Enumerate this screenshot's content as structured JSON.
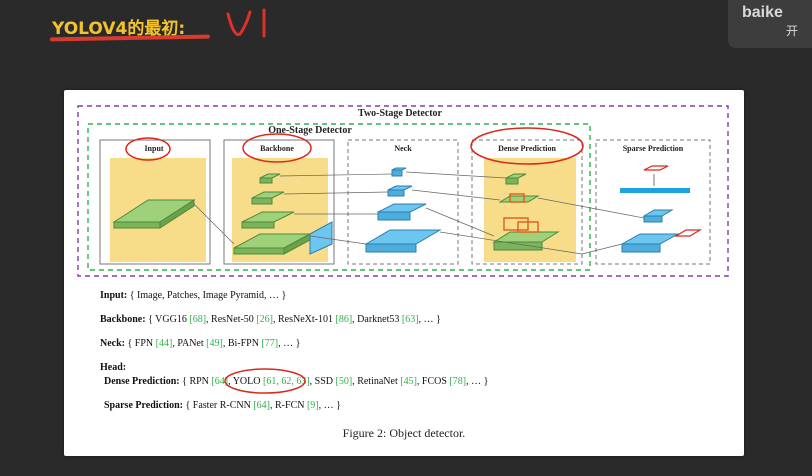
{
  "header": {
    "title": "YOLOV4的最初:",
    "handwriting": "V1"
  },
  "logo": {
    "text": "baike",
    "sub": "开"
  },
  "diagram": {
    "two_stage_label": "Two-Stage Detector",
    "one_stage_label": "One-Stage Detector",
    "stages": {
      "input": "Input",
      "backbone": "Backbone",
      "neck": "Neck",
      "dense": "Dense Prediction",
      "sparse": "Sparse Prediction"
    },
    "colors": {
      "yellow": "#f6d774",
      "green": "#9fd07a",
      "blue": "#6cc6f0",
      "dashed_purple": "#8a3aa6",
      "dashed_green": "#2db34a",
      "red_circle": "#d9281e"
    }
  },
  "text": {
    "input_line": {
      "label": "Input:",
      "rest": "{ Image, Patches, Image Pyramid, … }"
    },
    "backbone_line": {
      "label": "Backbone:",
      "parts": [
        "{ VGG16 ",
        "[68]",
        ", ResNet-50 ",
        "[26]",
        ", ResNeXt-101 ",
        "[86]",
        ", Darknet53 ",
        "[63]",
        ", … }"
      ]
    },
    "neck_line": {
      "label": "Neck:",
      "parts": [
        "{ FPN ",
        "[44]",
        ", PANet ",
        "[49]",
        ", Bi-FPN ",
        "[77]",
        ", … }"
      ]
    },
    "head_label": "Head:",
    "dense_line": {
      "label": "Dense Prediction:",
      "parts": [
        "{ RPN ",
        "[64]",
        ", YOLO ",
        "[61, 62, 63]",
        ", SSD ",
        "[50]",
        ", RetinaNet ",
        "[45]",
        ", FCOS ",
        "[78]",
        ", … }"
      ]
    },
    "sparse_line": {
      "label": "Sparse Prediction:",
      "parts": [
        "{ Faster R-CNN ",
        "[64]",
        ",  R-FCN ",
        "[9]",
        ", … }"
      ]
    }
  },
  "caption": "Figure 2: Object detector."
}
